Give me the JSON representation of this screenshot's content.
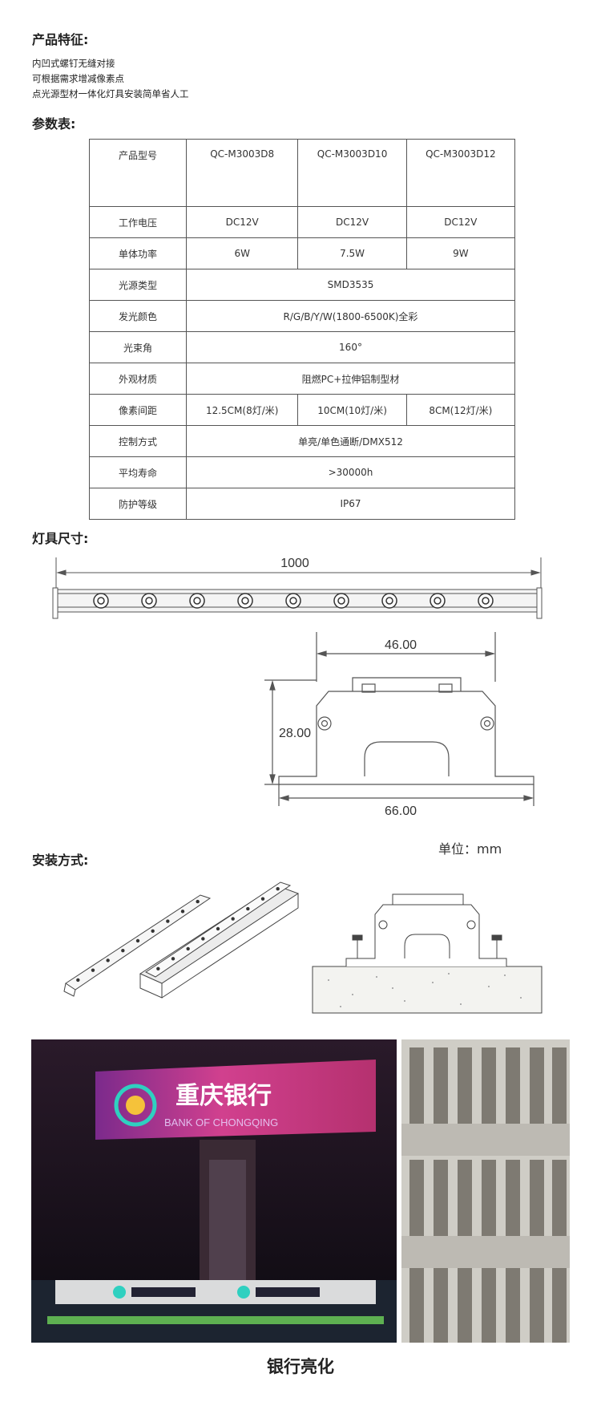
{
  "features": {
    "title": "产品特征:",
    "items": [
      "内凹式螺钉无缝对接",
      "可根据需求增减像素点",
      "点光源型材一体化灯具安装简单省人工"
    ]
  },
  "params": {
    "title": "参数表:",
    "header": {
      "label": "产品型号",
      "models": [
        "QC-M3003D8",
        "QC-M3003D10",
        "QC-M3003D12"
      ]
    },
    "rows": [
      {
        "label": "工作电压",
        "values": [
          "DC12V",
          "DC12V",
          "DC12V"
        ]
      },
      {
        "label": "单体功率",
        "values": [
          "6W",
          "7.5W",
          "9W"
        ]
      },
      {
        "label": "光源类型",
        "value": "SMD3535"
      },
      {
        "label": "发光颜色",
        "value": "R/G/B/Y/W(1800-6500K)全彩"
      },
      {
        "label": "光束角",
        "value": "160°"
      },
      {
        "label": "外观材质",
        "value": "阻燃PC+拉伸铝制型材"
      },
      {
        "label": "像素间距",
        "values": [
          "12.5CM(8灯/米)",
          "10CM(10灯/米)",
          "8CM(12灯/米)"
        ]
      },
      {
        "label": "控制方式",
        "value": "单亮/单色通断/DMX512"
      },
      {
        "label": "平均寿命",
        "value": ">30000h"
      },
      {
        "label": "防护等级",
        "value": "IP67"
      }
    ]
  },
  "dimensions": {
    "title": "灯具尺寸:",
    "length": "1000",
    "top_width": "46.00",
    "height": "28.00",
    "base_width": "66.00",
    "unit": "单位：mm"
  },
  "install": {
    "title": "安装方式:"
  },
  "photos": {
    "sign_cn": "重庆银行",
    "sign_en": "BANK OF CHONGQING",
    "caption": "银行亮化"
  },
  "colors": {
    "line": "#555555",
    "photo_dark": "#120c10",
    "sign_pink": "#c8328a",
    "wall": "#b6b3ab"
  }
}
